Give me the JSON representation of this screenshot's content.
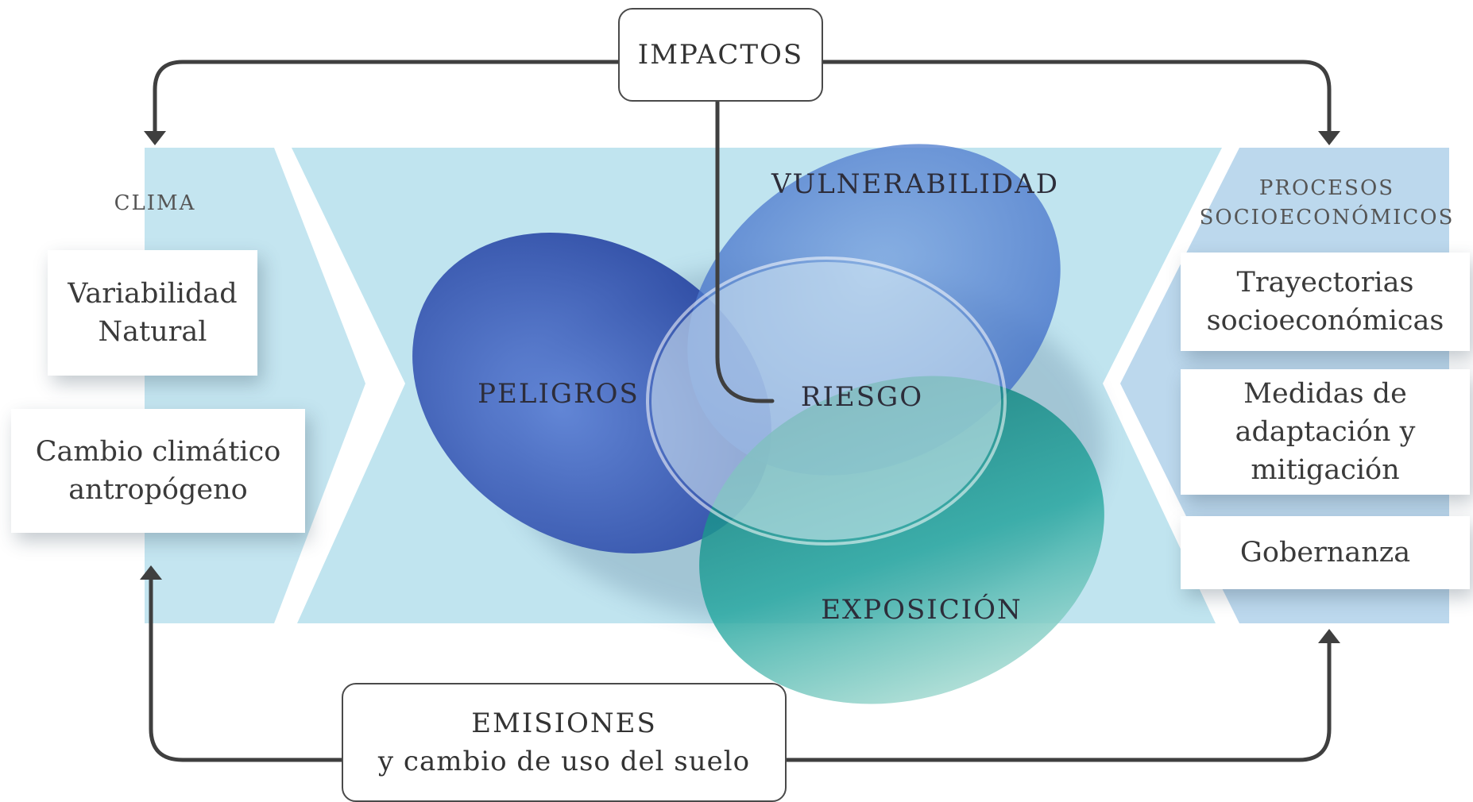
{
  "impacts": "IMPACTOS",
  "emissions": {
    "title": "EMISIONES",
    "subtitle": "y cambio de uso del suelo"
  },
  "climate": {
    "heading": "CLIMA",
    "items": [
      "Variabilidad\nNatural",
      "Cambio climático\nantropógeno"
    ]
  },
  "socio": {
    "heading_line1": "PROCESOS",
    "heading_line2": "SOCIOECONÓMICOS",
    "items": [
      "Trayectorias\nsocioeconómicas",
      "Medidas de\nadaptación y\nmitigación",
      "Gobernanza"
    ]
  },
  "components": {
    "hazards": "PELIGROS",
    "vulnerability": "VULNERABILIDAD",
    "exposure": "EXPOSICIÓN",
    "risk": "RIESGO"
  },
  "colors": {
    "band": "#bfe3ee",
    "band_right": "#b9d5ec",
    "hazards": "#2f52b8",
    "vulnerability": "#3f74cf",
    "exposure": "#1d9d98",
    "arrows": "#3f3f3f"
  }
}
